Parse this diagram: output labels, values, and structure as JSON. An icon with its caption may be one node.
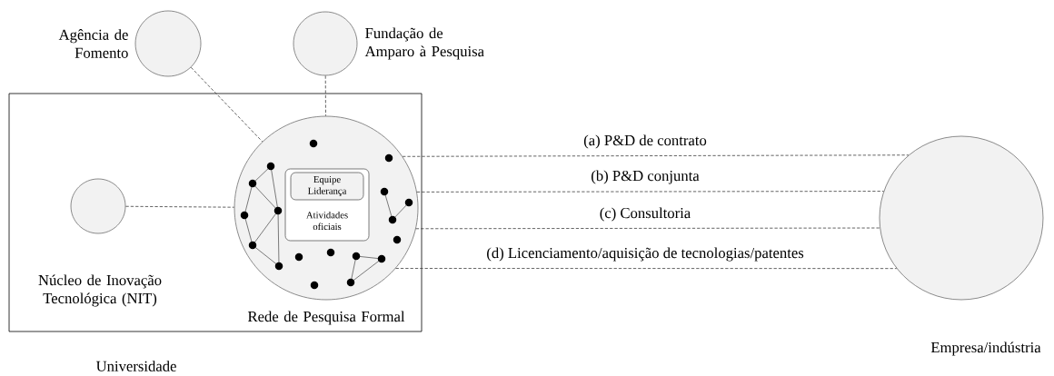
{
  "diagram": {
    "nodes": [
      {
        "text": [
          "Universidade"
        ]
      },
      {
        "text": [
          "Agência de Fomento"
        ]
      },
      {
        "text": [
          "Fundação de Amparo à Pesquisa"
        ]
      },
      {
        "text": [
          "Núcleo de Inovação Tecnológica  (NIT)"
        ],
        "in": 0
      },
      {
        "text": [
          "Rede de Pesquisa Formal"
        ],
        "in": 0
      },
      {
        "text": [
          "Atividades oficiais"
        ],
        "in": 4
      },
      {
        "text": [
          "Equipe Liderança"
        ],
        "in": 5
      },
      {
        "text": [
          "Empresa/indústria"
        ]
      }
    ],
    "edges": [
      {
        "from": 1,
        "to": 4,
        "arrow": "none",
        "style": "dashed"
      },
      {
        "from": 2,
        "to": 4,
        "arrow": "none",
        "style": "dashed"
      },
      {
        "from": 3,
        "to": 4,
        "arrow": "none",
        "style": "dashed"
      },
      {
        "from": 4,
        "to": 7,
        "arrow": "none",
        "style": "dashed",
        "label": "(a) P&D de contrato"
      },
      {
        "from": 4,
        "to": 7,
        "arrow": "none",
        "style": "dashed",
        "label": "(b) P&D conjunta"
      },
      {
        "from": 4,
        "to": 7,
        "arrow": "none",
        "style": "dashed",
        "label": "(c) Consultoria"
      },
      {
        "from": 4,
        "to": 7,
        "arrow": "none",
        "style": "dashed",
        "label": "(d) Licenciamento/aquisição de tecnologias/patentes"
      }
    ]
  }
}
